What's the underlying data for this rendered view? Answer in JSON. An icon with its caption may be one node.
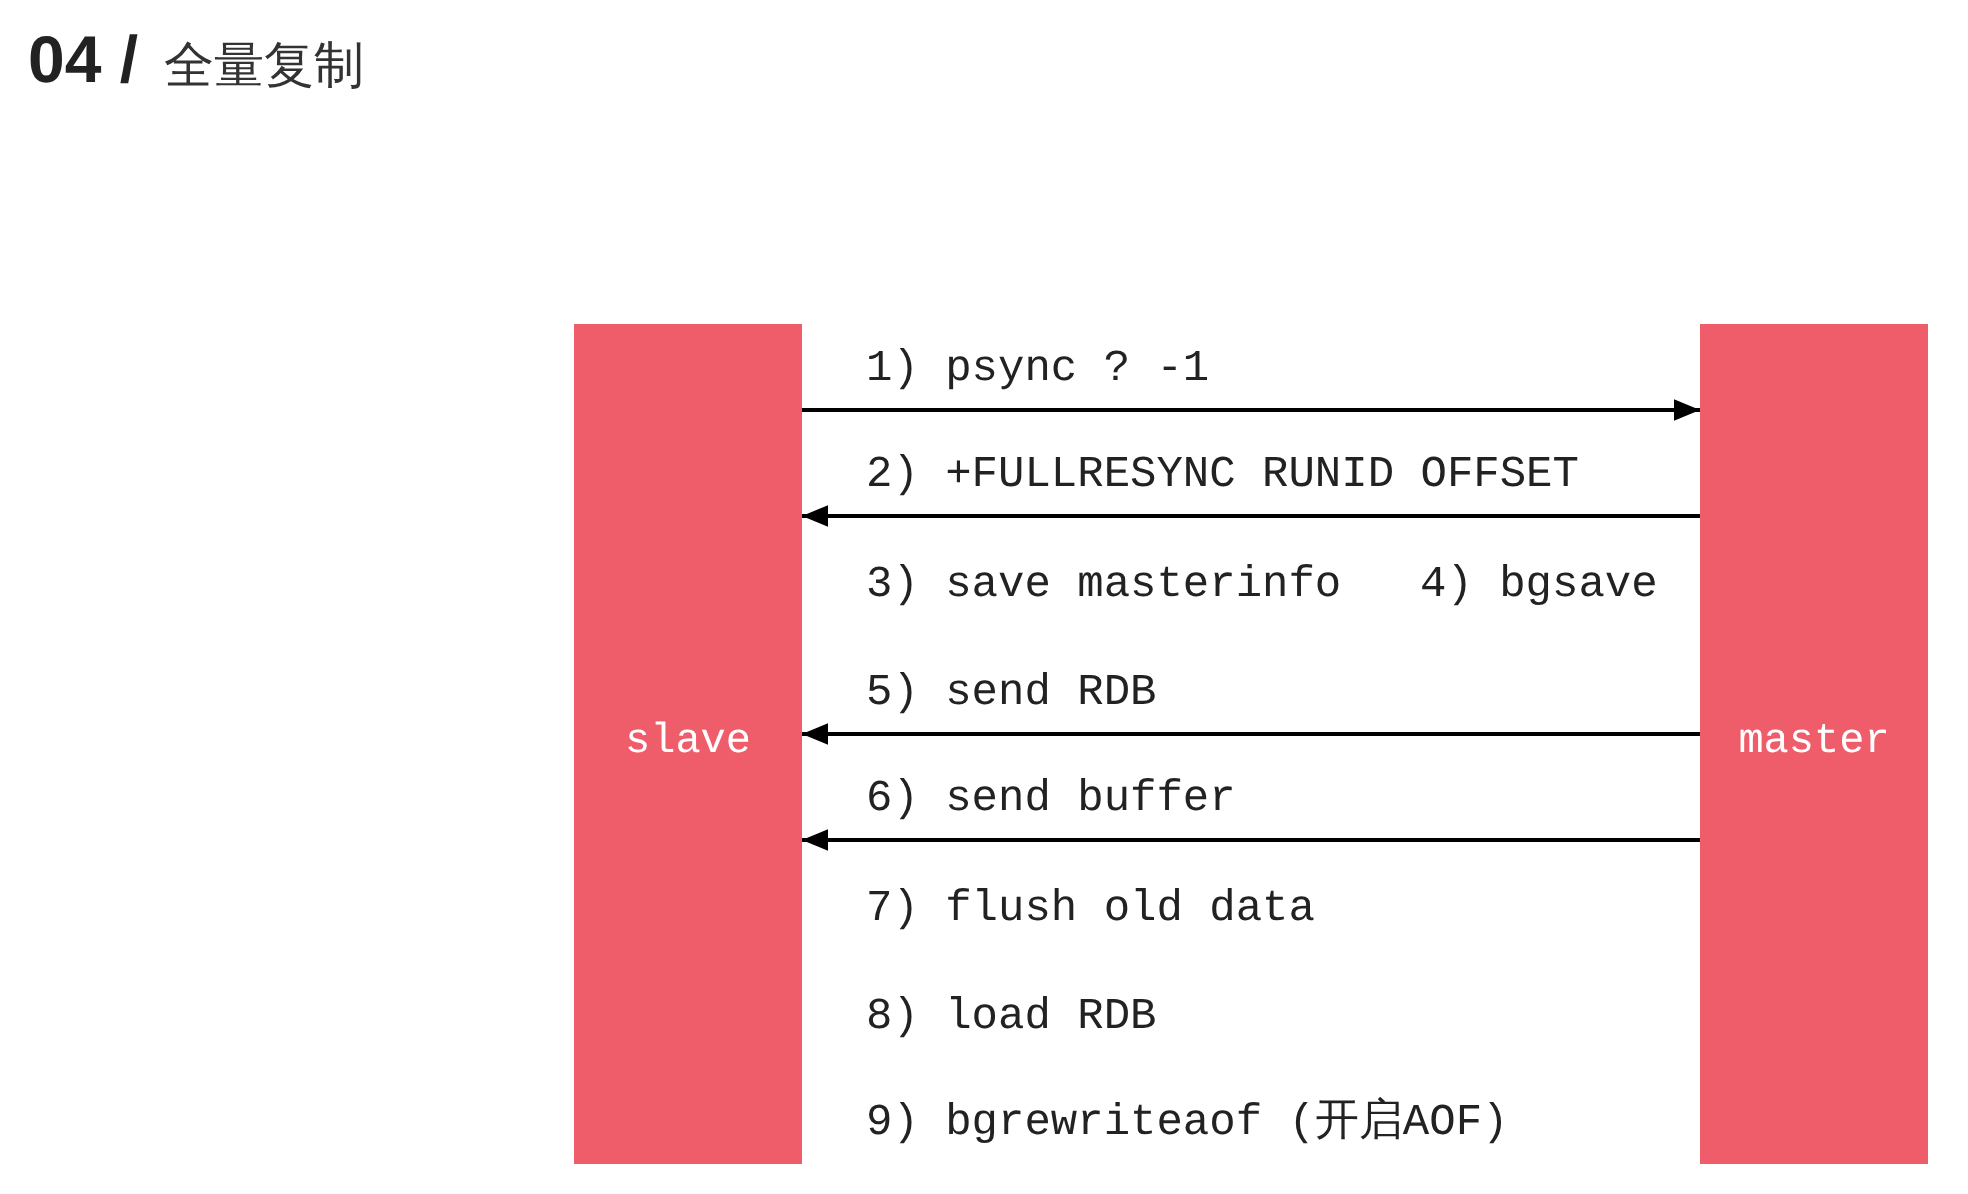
{
  "diagram": {
    "title": "**04 /** 全量复制",
    "nodes": [
      {
        "text": [
          "slave"
        ]
      },
      {
        "text": [
          "master"
        ]
      }
    ],
    "edges": [
      {
        "from": 0,
        "to": 1,
        "arrow": "to",
        "label": "1) psync ? -1"
      },
      {
        "from": 1,
        "to": 0,
        "arrow": "to",
        "label": "2) +FULLRESYNC RUNID OFFSET"
      },
      {
        "from": 1,
        "to": 0,
        "arrow": "to",
        "label": "5) send RDB"
      },
      {
        "from": 1,
        "to": 0,
        "arrow": "to",
        "label": "6) send buffer"
      }
    ],
    "labels": [
      "3) save masterinfo",
      "4) bgsave",
      "7) flush old data",
      "8) load RDB",
      "9) bgrewriteaof (开启AOF)"
    ]
  }
}
